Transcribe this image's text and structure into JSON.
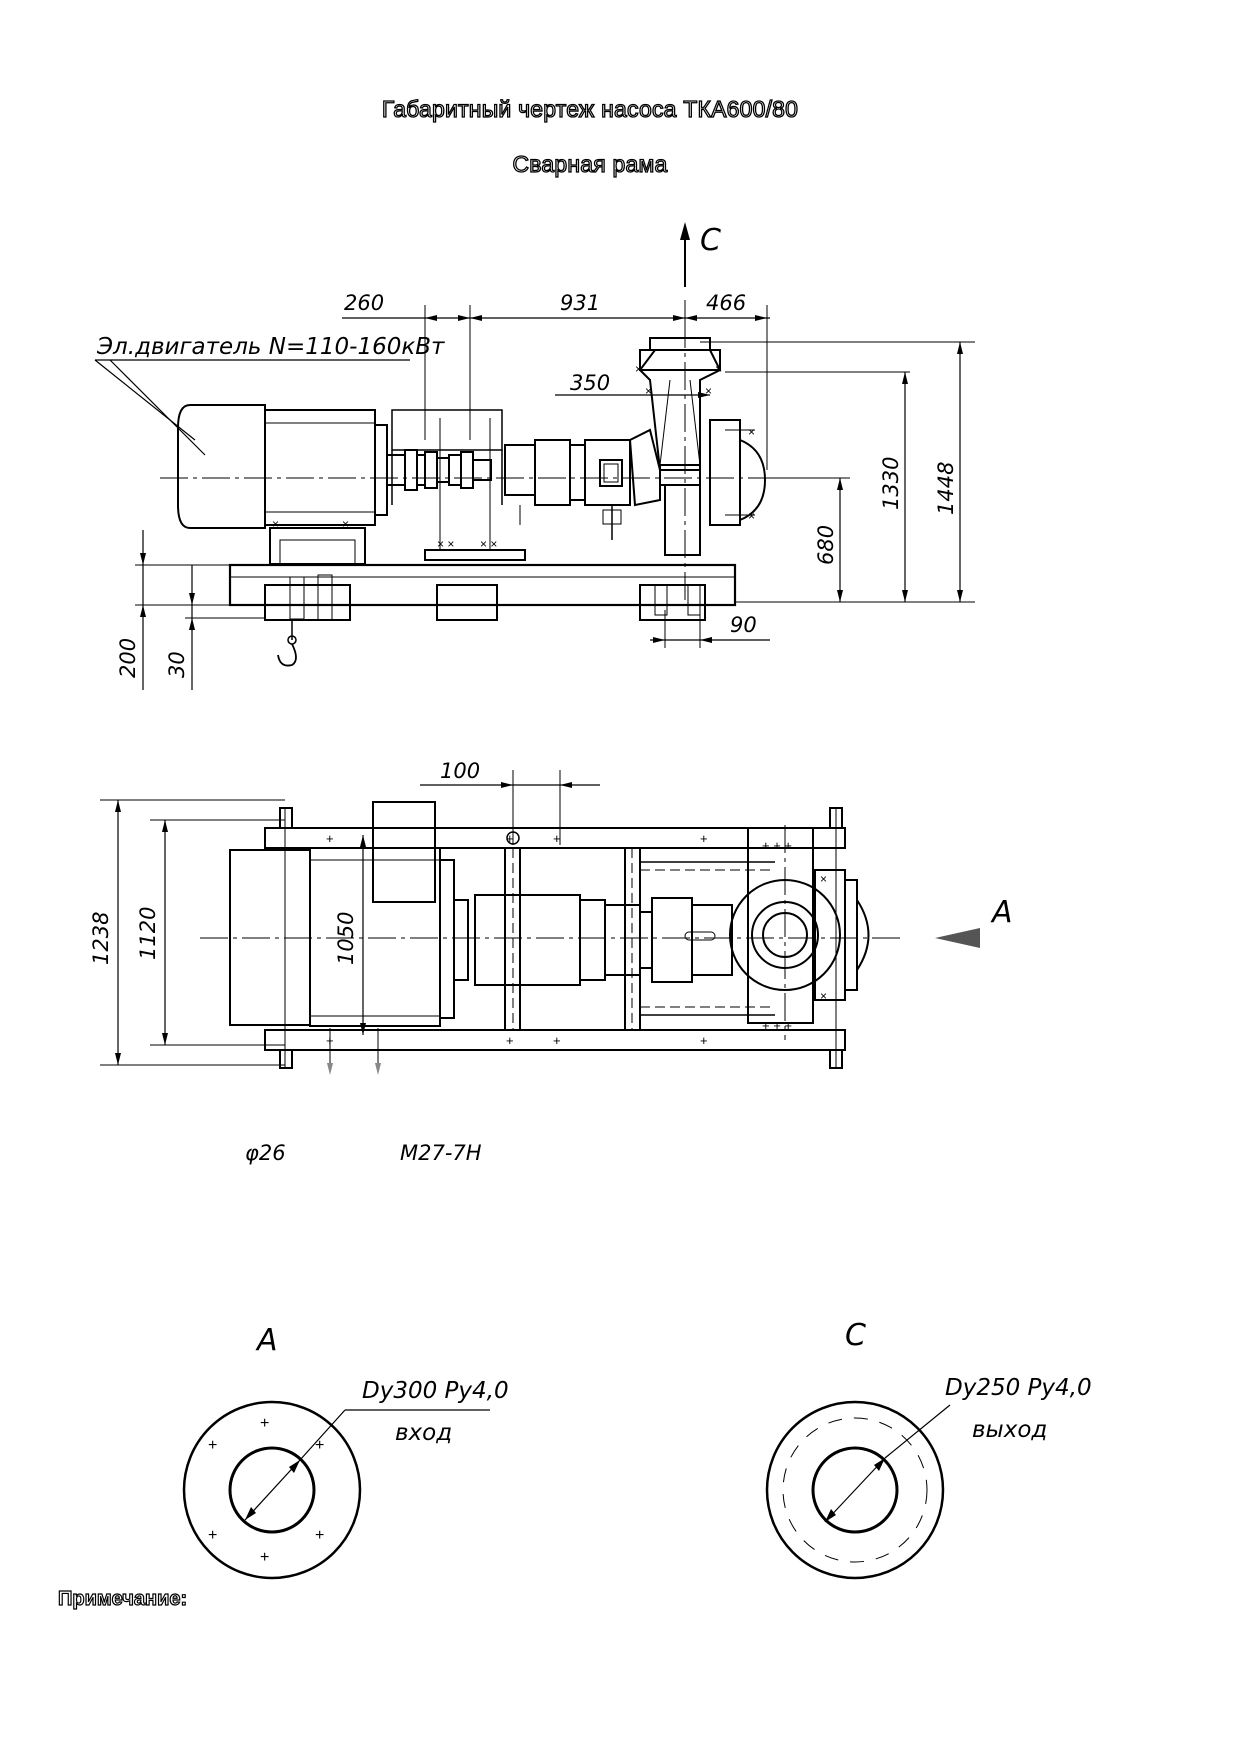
{
  "title": "Габаритный чертеж насоса ТКА600/80",
  "subtitle": "Сварная рама",
  "motor_label": "Эл.двигатель N=110-160кВт",
  "view_c_marker": "С",
  "view_a_marker": "А",
  "side_view": {
    "dims": {
      "d260": "260",
      "d931": "931",
      "d466": "466",
      "d350": "350",
      "d680": "680",
      "d1330": "1330",
      "d1448": "1448",
      "d90": "90",
      "d200": "200",
      "d30": "30"
    }
  },
  "top_view": {
    "dims": {
      "d100": "100",
      "d1238": "1238",
      "d1120": "1120",
      "d1050": "1050"
    },
    "hole_diameter": "φ26",
    "thread": "М27-7Н"
  },
  "view_a": {
    "title": "А",
    "flange": "Dy300 Py4,0",
    "port": "вход"
  },
  "view_c": {
    "title": "С",
    "flange": "Dy250 Py4,0",
    "port": "выход"
  },
  "note_label": "Примечание:"
}
